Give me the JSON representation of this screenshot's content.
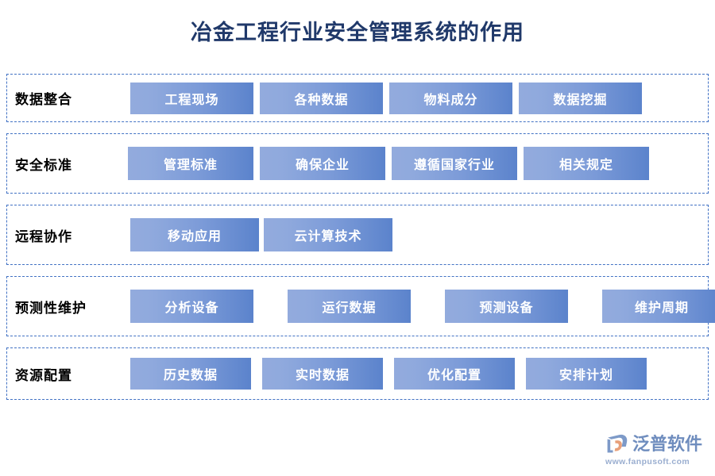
{
  "page": {
    "title": "冶金工程行业安全管理系统的作用",
    "background_color": "#ffffff",
    "title_color": "#20396a",
    "row_border_color": "#4272c4",
    "chip_gradient_from": "#93abdd",
    "chip_gradient_to": "#5b83cc",
    "chip_text_color": "#ffffff"
  },
  "rows": [
    {
      "label": "数据整合",
      "items": [
        {
          "label": "工程现场"
        },
        {
          "label": "各种数据"
        },
        {
          "label": "物料成分"
        },
        {
          "label": "数据挖掘"
        }
      ]
    },
    {
      "label": "安全标准",
      "items": [
        {
          "label": "管理标准"
        },
        {
          "label": "确保企业"
        },
        {
          "label": "遵循国家行业"
        },
        {
          "label": "相关规定"
        }
      ]
    },
    {
      "label": "远程协作",
      "items": [
        {
          "label": "移动应用"
        },
        {
          "label": "云计算技术"
        }
      ]
    },
    {
      "label": "预测性维护",
      "items": [
        {
          "label": "分析设备"
        },
        {
          "label": "运行数据"
        },
        {
          "label": "预测设备"
        },
        {
          "label": "维护周期"
        }
      ]
    },
    {
      "label": "资源配置",
      "items": [
        {
          "label": "历史数据"
        },
        {
          "label": "实时数据"
        },
        {
          "label": "优化配置"
        },
        {
          "label": "安排计划"
        }
      ]
    }
  ],
  "logo": {
    "icon": "fanpu-logo-icon",
    "name": "泛普软件",
    "url": "www.fanpusoft.com",
    "text_color": "#6f8dbe",
    "url_color": "#9aaed0",
    "accent_color": "#e8a07a"
  }
}
